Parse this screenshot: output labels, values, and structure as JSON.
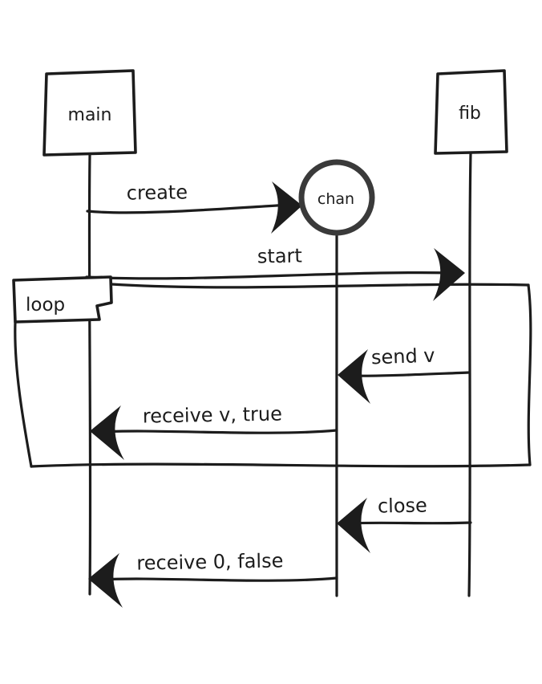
{
  "diagram": {
    "type": "sequence-diagram",
    "style": "hand-drawn",
    "participants": [
      {
        "name": "main",
        "shape": "box"
      },
      {
        "name": "fib",
        "shape": "box"
      },
      {
        "name": "chan",
        "shape": "circle"
      }
    ],
    "fragment": {
      "label": "loop"
    },
    "messages": [
      {
        "label": "create",
        "from": "main",
        "to": "chan",
        "direction": "right"
      },
      {
        "label": "start",
        "from": "main",
        "to": "fib",
        "direction": "right"
      },
      {
        "label": "send v",
        "from": "fib",
        "to": "chan",
        "direction": "left",
        "in_fragment": true
      },
      {
        "label": "receive v, true",
        "from": "chan",
        "to": "main",
        "direction": "left",
        "in_fragment": true
      },
      {
        "label": "close",
        "from": "fib",
        "to": "chan",
        "direction": "left"
      },
      {
        "label": "receive 0, false",
        "from": "chan",
        "to": "main",
        "direction": "left"
      }
    ],
    "colors": {
      "ink": "#1c1c1c",
      "circle_stroke": "#3a3a3a",
      "background": "#ffffff"
    }
  }
}
